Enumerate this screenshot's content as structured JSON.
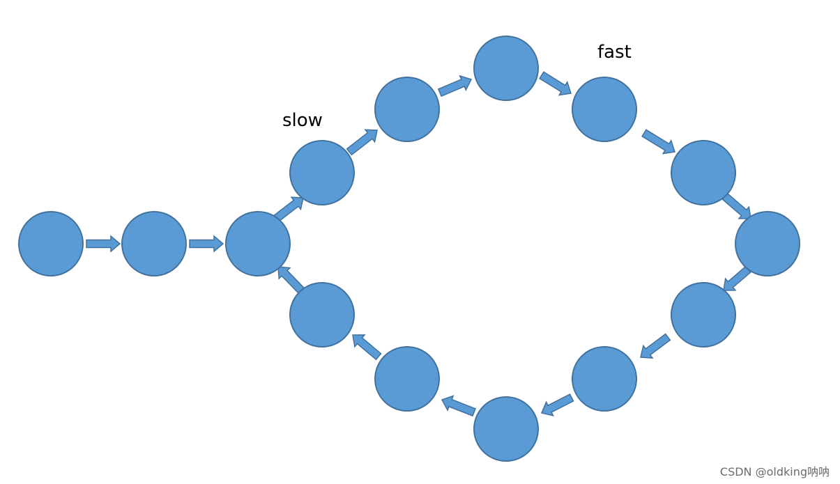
{
  "diagram": {
    "type": "linked-list-with-cycle",
    "node_count": 14,
    "node_color": "#5b9bd5",
    "node_border_color": "#41719c",
    "labels": {
      "slow": "slow",
      "fast": "fast"
    }
  },
  "watermark": "CSDN @oldking呐呐"
}
